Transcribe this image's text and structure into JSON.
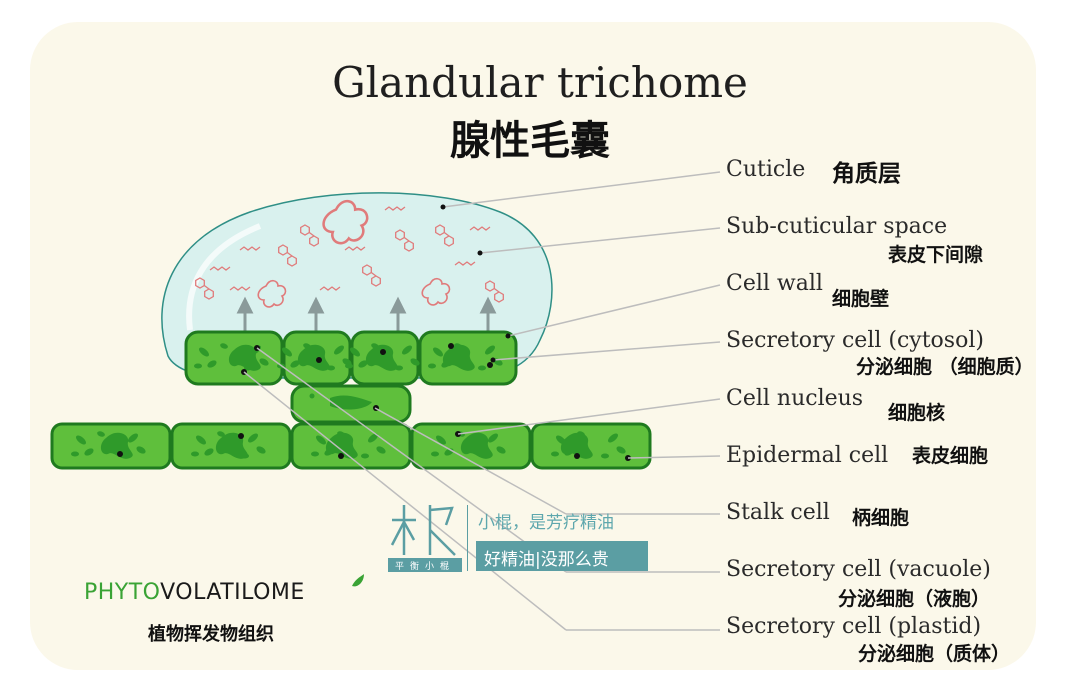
{
  "title_en": "Glandular trichome",
  "title_zh": "腺性毛囊",
  "labels": [
    {
      "en": "Cuticle",
      "zh": "角质层"
    },
    {
      "en": "Sub-cuticular space",
      "zh": "表皮下间隙"
    },
    {
      "en": "Cell wall",
      "zh": "细胞壁"
    },
    {
      "en": "Secretory cell (cytosol)",
      "zh": "分泌细胞 （细胞质）"
    },
    {
      "en": "Cell nucleus",
      "zh": "细胞核"
    },
    {
      "en": "Epidermal cell",
      "zh": "表皮细胞"
    },
    {
      "en": "Stalk cell",
      "zh": "柄细胞"
    },
    {
      "en": "Secretory cell (vacuole)",
      "zh": "分泌细胞（液胞）"
    },
    {
      "en": "Secretory cell (plastid)",
      "zh": "分泌细胞（质体）"
    }
  ],
  "brand": {
    "part1": "PHYTO",
    "part2": "VOLATILOME",
    "subtitle": "植物挥发物组织"
  },
  "watermark": {
    "line1": "小棍，是芳疗精油",
    "line2": "好精油|没那么贵",
    "seal": "平衡小棍"
  },
  "colors": {
    "background": "#fbf8ea",
    "cuticle_fill": "#d9f1ee",
    "cell_fill": "#5fbf3c",
    "cell_border": "#1f7a1f",
    "plastid": "#2f9a2a",
    "oil_droplet": "#e07b7b",
    "leader_line": "#bdbdbd"
  }
}
